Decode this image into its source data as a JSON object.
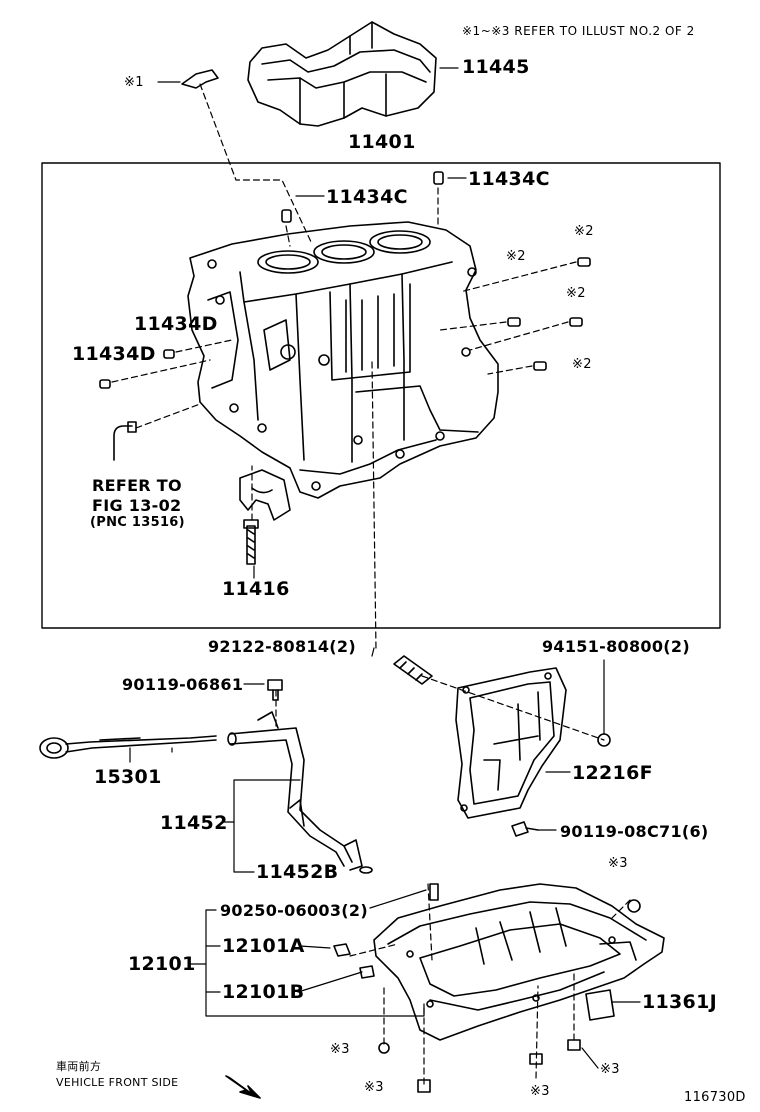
{
  "header_note": "※1~※3 REFER TO ILLUST NO.2 OF 2",
  "marks": {
    "m1": "※1",
    "m2": "※2",
    "m3": "※3"
  },
  "parts": {
    "p11445": "11445",
    "p11401": "11401",
    "p11434C_a": "11434C",
    "p11434C_b": "11434C",
    "p11434D_a": "11434D",
    "p11434D_b": "11434D",
    "p11416": "11416",
    "refer_line1": "REFER TO",
    "refer_line2": "FIG 13-02",
    "refer_line3": "(PNC 13516)",
    "p92122": "92122-80814(2)",
    "p94151": "94151-80800(2)",
    "p90119_06861": "90119-06861",
    "p15301": "15301",
    "p11452": "11452",
    "p11452B": "11452B",
    "p12216F": "12216F",
    "p90119_08C71": "90119-08C71(6)",
    "p90250": "90250-06003(2)",
    "p12101A": "12101A",
    "p12101": "12101",
    "p12101B": "12101B",
    "p11361J": "11361J"
  },
  "front_side_jp": "車両前方",
  "front_side_en": "VEHICLE FRONT SIDE",
  "illustration_id": "116730D"
}
